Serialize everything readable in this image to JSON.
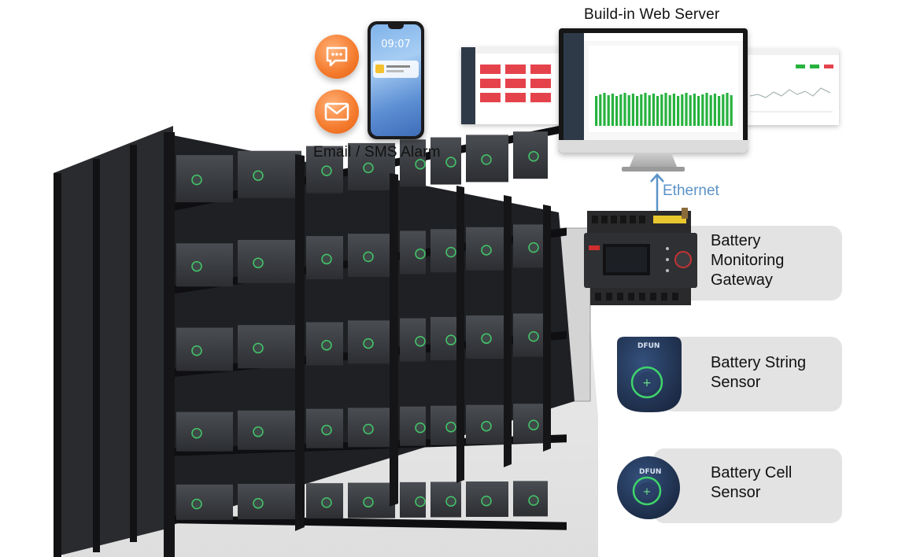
{
  "labels": {
    "web_server": "Build-in Web Server",
    "alarm": "Email / SMS Alarm",
    "ethernet": "Ethernet"
  },
  "cards": {
    "gateway": [
      "Battery",
      "Monitoring",
      "Gateway"
    ],
    "string_sensor": [
      "Battery String",
      "Sensor"
    ],
    "cell_sensor": [
      "Battery Cell",
      "Sensor"
    ]
  },
  "phone": {
    "time": "09:07"
  },
  "sensor_brand": "DFUN",
  "icons": {
    "sms": "sms-chat-icon",
    "email": "email-envelope-icon",
    "arrow": "arrow-up-icon"
  },
  "colors": {
    "orange": "#f47a2c",
    "ethernet_blue": "#5b93c8",
    "card_gray": "#e3e3e3",
    "sensor_navy": "#233656",
    "chart_green": "#27b23e",
    "alert_red": "#e5434c"
  }
}
